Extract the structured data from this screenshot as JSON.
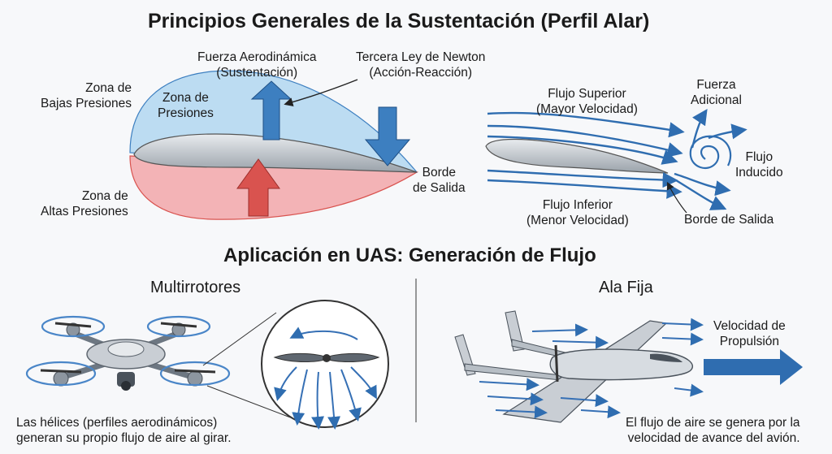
{
  "title": "Principios Generales de la Sustentación (Perfil Alar)",
  "subtitle": "Aplicación en UAS: Generación de Flujo",
  "left_diagram": {
    "lift_label": "Fuerza Aerodinámica\n(Sustentación)",
    "newton_label": "Tercera Ley de Newton\n(Acción-Reacción)",
    "low_pressure_label": "Zona de\nBajas Presiones",
    "pressure_zone_label": "Zona de\nPresiones",
    "high_pressure_label": "Zona de\nAltas Presiones",
    "trailing_edge_label": "Borde\nde Salida"
  },
  "right_diagram": {
    "upper_flow_label": "Flujo Superior\n(Mayor Velocidad)",
    "extra_force_label": "Fuerza\nAdicional",
    "induced_flow_label": "Flujo\nInducido",
    "lower_flow_label": "Flujo Inferior\n(Menor Velocidad)",
    "trailing_edge_label": "Borde de Salida"
  },
  "multirotor": {
    "heading": "Multirrotores",
    "caption": "Las hélices (perfiles aerodinámicos)\ngeneran su propio flujo de aire al girar."
  },
  "fixed_wing": {
    "heading": "Ala Fija",
    "propulsion_label": "Velocidad de\nPropulsión",
    "caption": "El flujo de aire se genera por la\nvelocidad de avance del avión."
  },
  "colors": {
    "blue_zone": "#bcdcf2",
    "red_zone": "#f3b3b6",
    "blue_arrow": "#3d7fc0",
    "red_arrow": "#d9534f",
    "flow_blue": "#2f6db0"
  }
}
